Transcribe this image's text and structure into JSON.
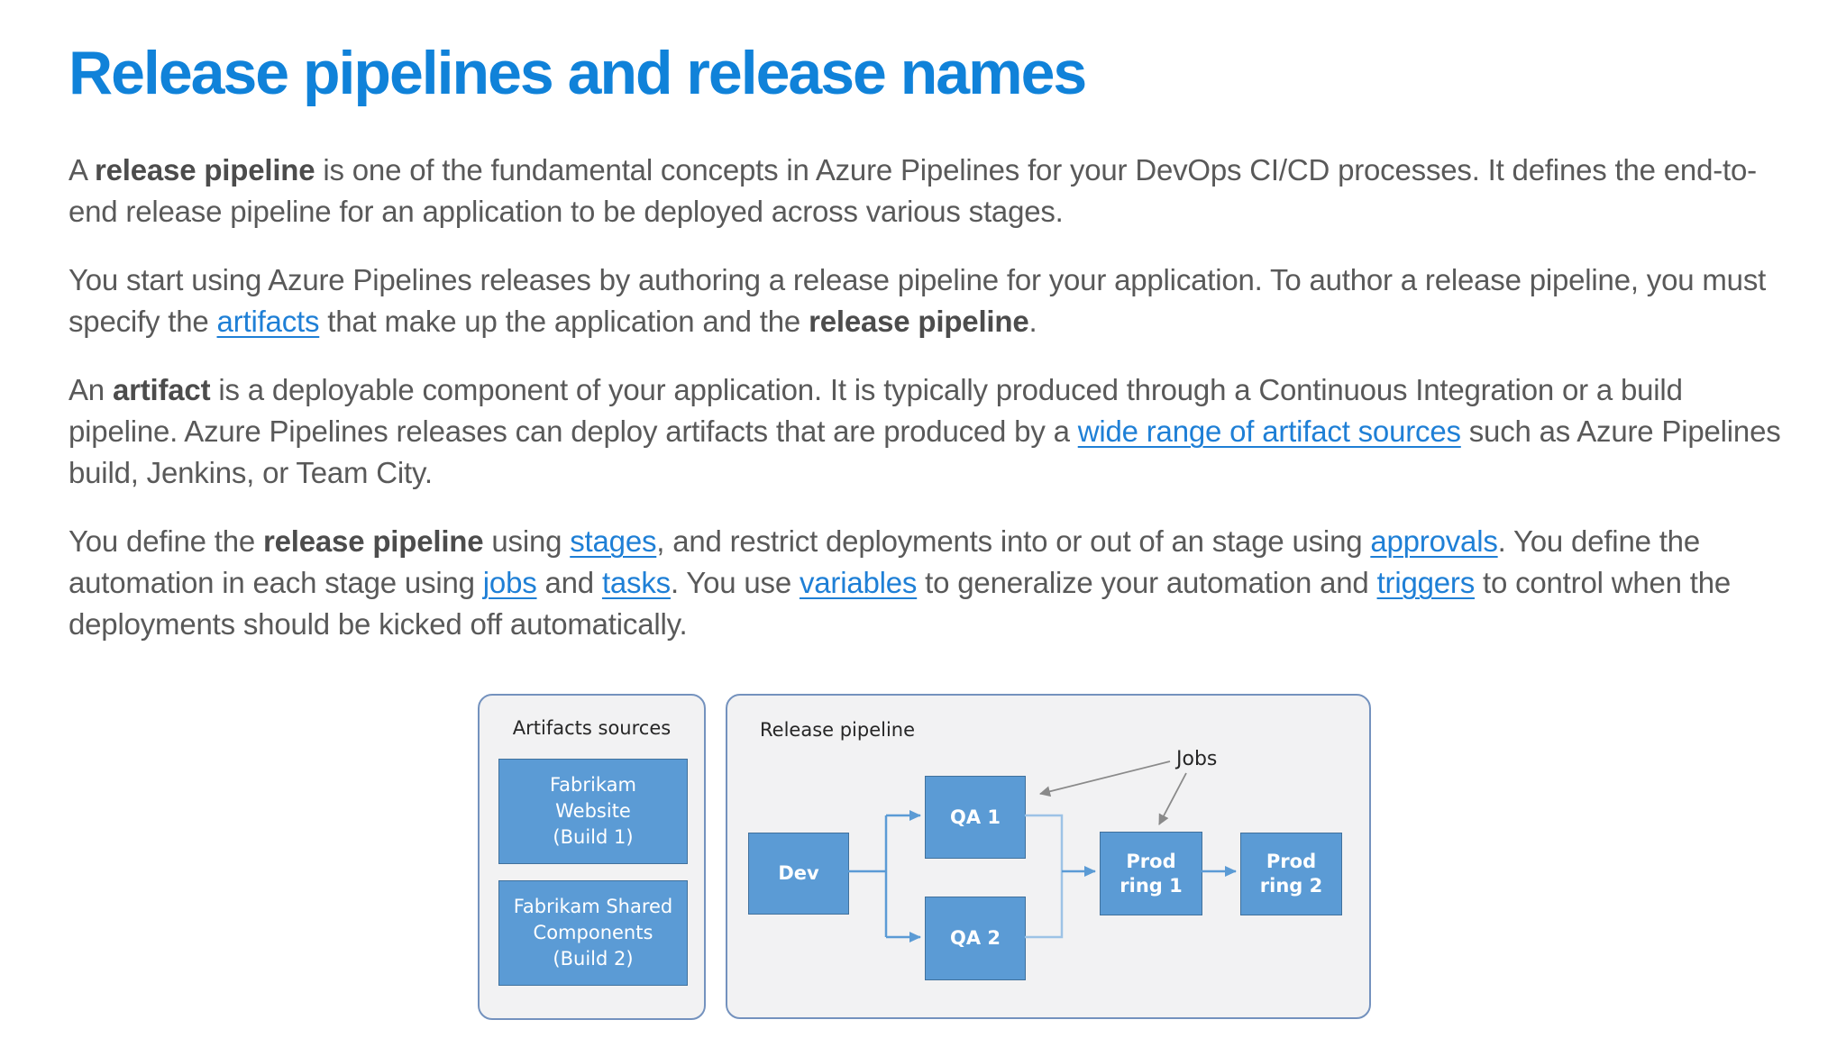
{
  "page": {
    "title": "Release pipelines and release names"
  },
  "article": {
    "paragraphs": [
      {
        "runs": [
          {
            "t": "A "
          },
          {
            "t": "release pipeline",
            "b": true
          },
          {
            "t": " is one of the fundamental concepts in Azure Pipelines for your DevOps CI/CD processes. It defines the end-to-end release pipeline for an application to be deployed across various stages."
          }
        ]
      },
      {
        "runs": [
          {
            "t": "You start using Azure Pipelines releases by authoring a release pipeline for your application. To author a release pipeline, you must specify the "
          },
          {
            "t": "artifacts",
            "link": true,
            "name": "artifacts-link"
          },
          {
            "t": " that make up the application and the "
          },
          {
            "t": "release pipeline",
            "b": true
          },
          {
            "t": "."
          }
        ]
      },
      {
        "runs": [
          {
            "t": "An "
          },
          {
            "t": "artifact",
            "b": true
          },
          {
            "t": " is a deployable component of your application. It is typically produced through a Continuous Integration or a build pipeline. Azure Pipelines releases can deploy artifacts that are produced by a "
          },
          {
            "t": "wide range of artifact sources",
            "link": true,
            "name": "artifact-sources-link"
          },
          {
            "t": " such as Azure Pipelines build, Jenkins, or Team City."
          }
        ]
      },
      {
        "runs": [
          {
            "t": "You define the "
          },
          {
            "t": "release pipeline",
            "b": true
          },
          {
            "t": " using "
          },
          {
            "t": "stages",
            "link": true,
            "name": "stages-link"
          },
          {
            "t": ", and restrict deployments into or out of an stage using "
          },
          {
            "t": "approvals",
            "link": true,
            "name": "approvals-link"
          },
          {
            "t": ". You define the automation in each stage using "
          },
          {
            "t": "jobs",
            "link": true,
            "name": "jobs-link"
          },
          {
            "t": " and "
          },
          {
            "t": "tasks",
            "link": true,
            "name": "tasks-link"
          },
          {
            "t": ". You use "
          },
          {
            "t": "variables",
            "link": true,
            "name": "variables-link"
          },
          {
            "t": " to generalize your automation and "
          },
          {
            "t": "triggers",
            "link": true,
            "name": "triggers-link"
          },
          {
            "t": " to control when the deployments should be kicked off automatically."
          }
        ]
      }
    ]
  },
  "diagram": {
    "artifacts_panel": {
      "title": "Artifacts sources",
      "builds": [
        {
          "label": "Fabrikam\nWebsite\n(Build 1)"
        },
        {
          "label": "Fabrikam Shared\nComponents\n(Build 2)"
        }
      ]
    },
    "release_panel": {
      "title": "Release pipeline",
      "jobs_label": "Jobs",
      "stages": [
        {
          "label": "Dev"
        },
        {
          "label": "QA 1"
        },
        {
          "label": "QA 2"
        },
        {
          "label": "Prod\nring 1"
        },
        {
          "label": "Prod\nring 2"
        }
      ]
    }
  },
  "colors": {
    "heading_blue": "#1082d9",
    "link_blue": "#1e7fd6",
    "body_gray": "#595959",
    "panel_fill": "#f2f2f3",
    "panel_border": "#7492be",
    "node_fill": "#5b9bd5",
    "node_border": "#41719c",
    "connector_blue": "#5b9bd5",
    "connector_light_blue": "#9dc3e6",
    "annotation_gray": "#8a8a8a"
  }
}
